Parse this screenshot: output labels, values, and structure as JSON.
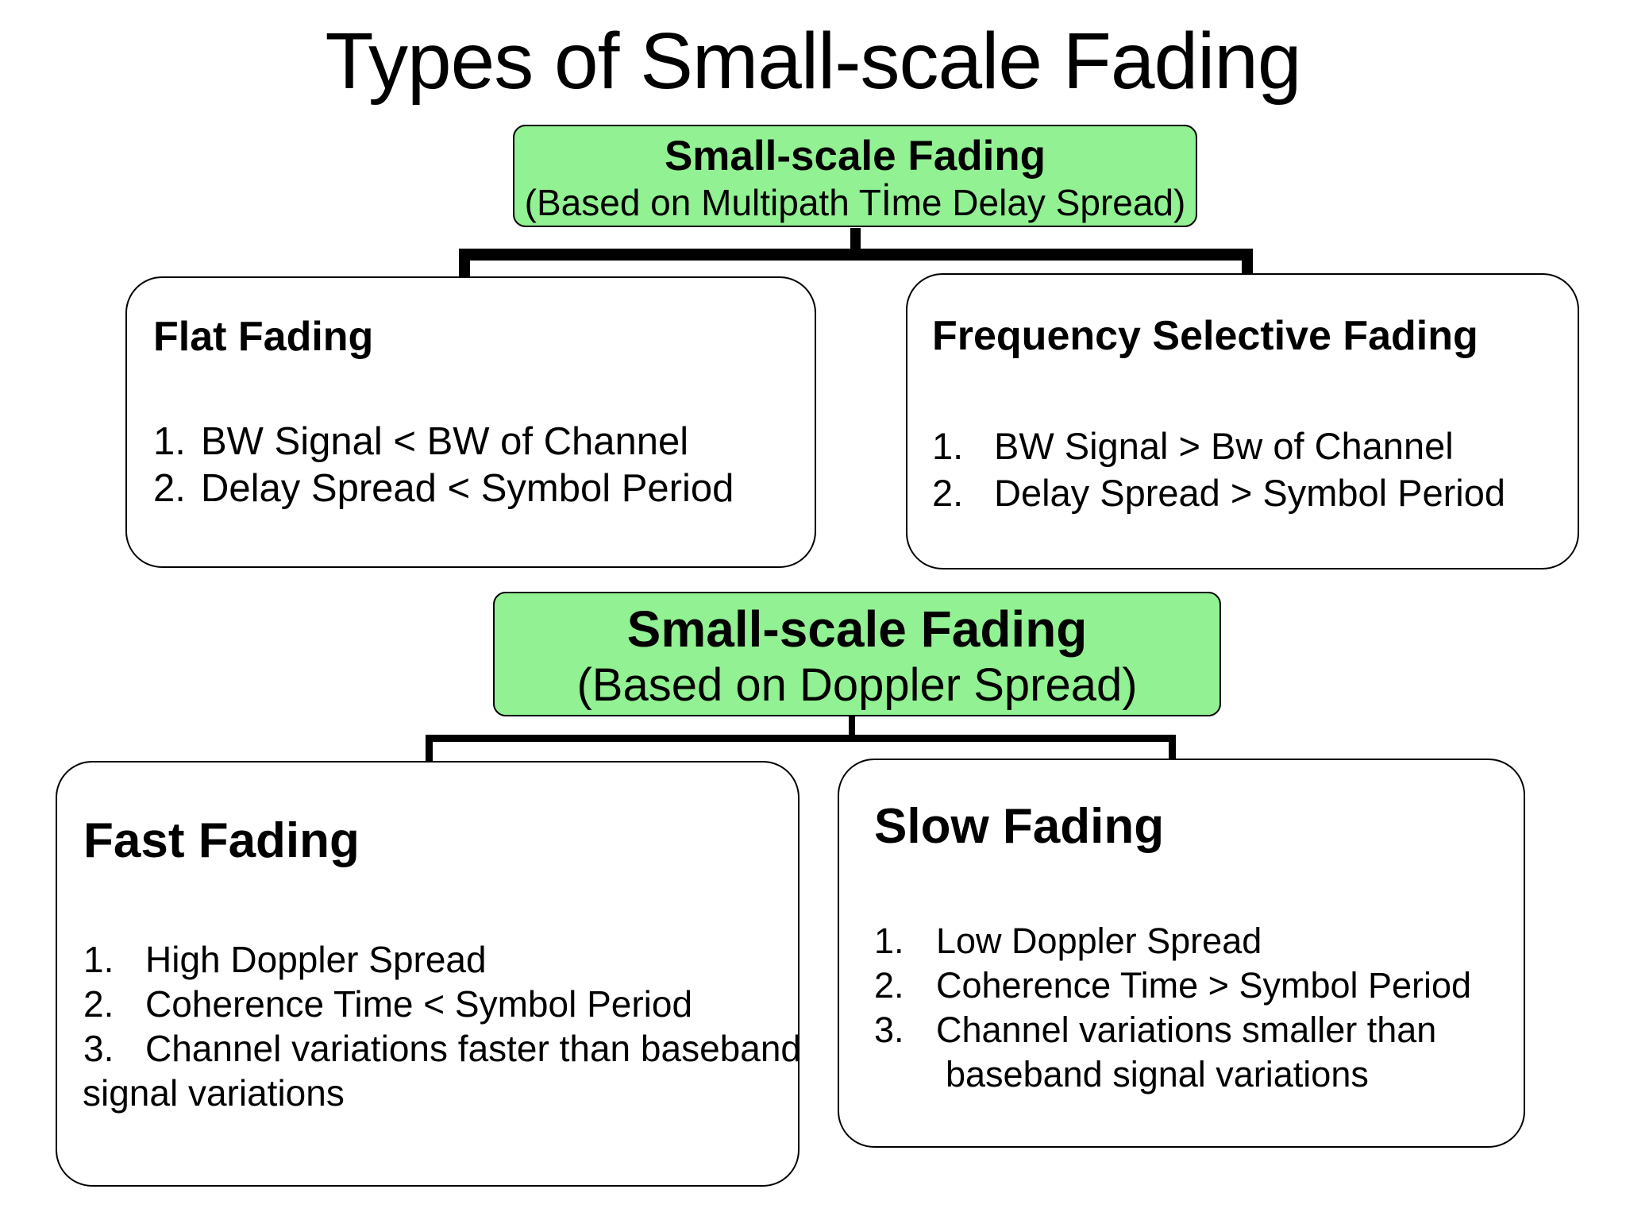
{
  "page": {
    "title": "Types of Small-scale Fading",
    "accent_green": "#92F192",
    "line_color": "#000000",
    "background": "#ffffff"
  },
  "nodes": {
    "root_multipath": {
      "title": "Small-scale Fading",
      "subtitle": "(Based on Multipath Tİme Delay Spread)"
    },
    "root_doppler": {
      "title": "Small-scale Fading",
      "subtitle": "(Based on Doppler Spread)"
    },
    "flat_fading": {
      "title": "Flat Fading",
      "items": [
        {
          "num": "1.",
          "text": "BW Signal < BW of Channel"
        },
        {
          "num": "2.",
          "text": "Delay Spread < Symbol Period"
        }
      ]
    },
    "frequency_selective_fading": {
      "title": "Frequency Selective Fading",
      "items": [
        {
          "num": "1.",
          "text": "BW Signal  > Bw of Channel"
        },
        {
          "num": "2.",
          "text": "Delay Spread > Symbol Period"
        }
      ]
    },
    "fast_fading": {
      "title": "Fast Fading",
      "items": [
        {
          "num": "1.",
          "text": "High Doppler Spread",
          "cont": ""
        },
        {
          "num": "2.",
          "text": "Coherence Time < Symbol Period",
          "cont": ""
        },
        {
          "num": "3.",
          "text": "Channel variations faster than baseband",
          "cont": "signal variations"
        }
      ]
    },
    "slow_fading": {
      "title": "Slow Fading",
      "items": [
        {
          "num": "1.",
          "text": "Low Doppler Spread",
          "cont": ""
        },
        {
          "num": "2.",
          "text": "Coherence Time > Symbol Period",
          "cont": ""
        },
        {
          "num": "3.",
          "text": "Channel variations smaller than",
          "cont": "baseband  signal variations"
        }
      ]
    }
  }
}
